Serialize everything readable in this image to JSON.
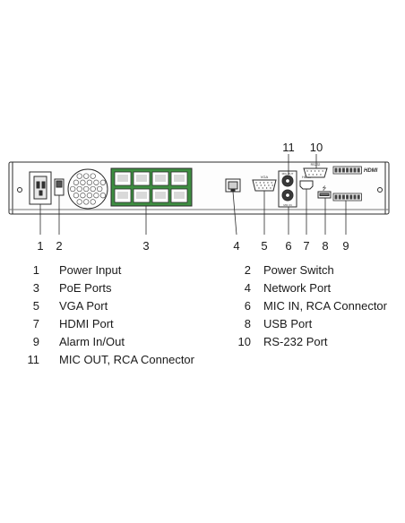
{
  "diagram": {
    "callouts_bottom": [
      "1",
      "2",
      "3",
      "4",
      "5",
      "6",
      "7",
      "8",
      "9"
    ],
    "callouts_top": [
      "11",
      "10"
    ],
    "panel_labels": {
      "vga": "VGA",
      "hdmi": "HDMI",
      "rs232": "RS232",
      "mic_in": "MIC IN",
      "mic_out": "MIC OUT",
      "hdmi_logo": "HDMI"
    }
  },
  "legend": [
    {
      "num": "1",
      "label": "Power Input"
    },
    {
      "num": "2",
      "label": "Power Switch"
    },
    {
      "num": "3",
      "label": "PoE Ports"
    },
    {
      "num": "4",
      "label": "Network Port"
    },
    {
      "num": "5",
      "label": "VGA Port"
    },
    {
      "num": "6",
      "label": "MIC IN, RCA Connector"
    },
    {
      "num": "7",
      "label": "HDMI Port"
    },
    {
      "num": "8",
      "label": "USB Port"
    },
    {
      "num": "9",
      "label": "Alarm In/Out"
    },
    {
      "num": "10",
      "label": "RS-232 Port"
    },
    {
      "num": "11",
      "label": "MIC OUT, RCA Connector"
    }
  ],
  "colors": {
    "outline": "#2b2b2b",
    "poe_green": "#3e8e41",
    "port_fill": "#d9d9d9",
    "text": "#1a1a1a"
  }
}
